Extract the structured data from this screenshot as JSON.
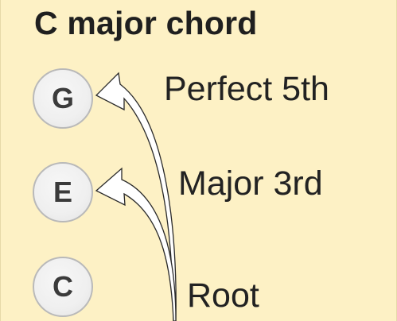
{
  "title": "C major chord",
  "notes": {
    "top": "G",
    "middle": "E",
    "bottom": "C"
  },
  "labels": {
    "fifth": "Perfect 5th",
    "third": "Major 3rd",
    "root": "Root"
  },
  "colors": {
    "background": "#fdf1c5",
    "note_fill": "#efefef",
    "note_border": "#b9b9b9",
    "text": "#222222",
    "arrow_fill": "#ffffff",
    "arrow_stroke": "#2a2a2a"
  }
}
